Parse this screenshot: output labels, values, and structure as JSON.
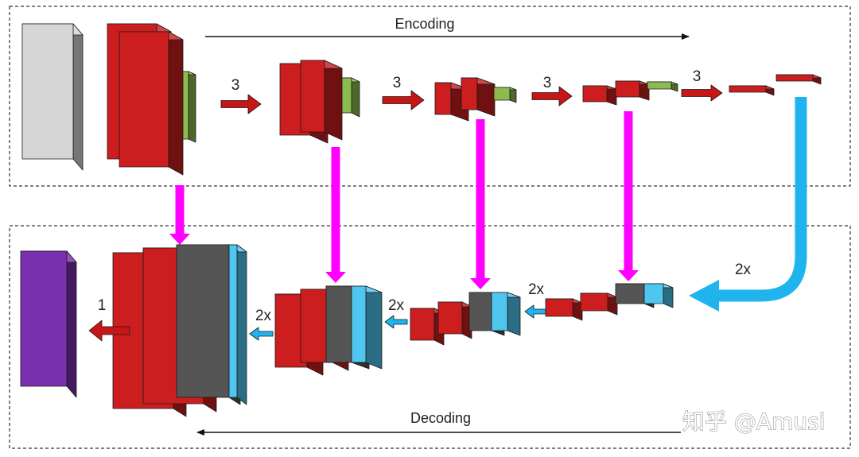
{
  "labels": {
    "encoding": "Encoding",
    "decoding": "Decoding",
    "enc_step": "3",
    "dec_step": "2x",
    "output_step": "1",
    "watermark": "知乎 @Amusi"
  },
  "colors": {
    "input": "#d6d6d6",
    "conv": "#cc1e1e",
    "pool": "#8dbb4f",
    "decoded": "#555555",
    "skip": "#4fc6f0",
    "output": "#7a2fae",
    "skip_arrow": "#ff00ff",
    "up_arrow": "#1fb4ee",
    "enc_arrow": "#c81616"
  }
}
